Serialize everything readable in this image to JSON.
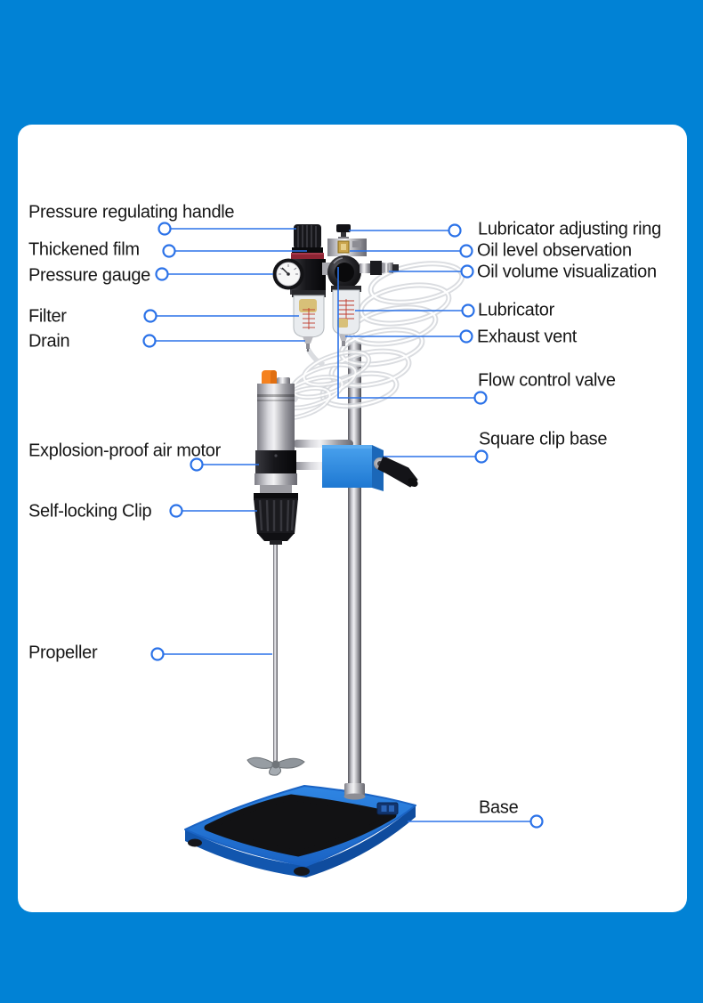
{
  "colors": {
    "page_background": "#0182d5",
    "card_background": "#ffffff",
    "annotation_blue": "#2b72e8",
    "base_blue": "#2277dd",
    "clamp_blue": "#2e8ce4",
    "motor_cap_orange": "#f5821f",
    "label_text": "#161616"
  },
  "diagram": {
    "left_labels": [
      {
        "text": "Pressure regulating handle"
      },
      {
        "text": "Thickened film"
      },
      {
        "text": "Pressure gauge"
      },
      {
        "text": "Filter"
      },
      {
        "text": "Drain"
      },
      {
        "text": "Explosion-proof air motor"
      },
      {
        "text": "Self-locking Clip"
      },
      {
        "text": "Propeller"
      }
    ],
    "right_labels": [
      {
        "text": "Lubricator adjusting ring"
      },
      {
        "text": "Oil level observation"
      },
      {
        "text": "Oil volume visualization"
      },
      {
        "text": "Lubricator"
      },
      {
        "text": "Exhaust vent"
      },
      {
        "text": "Flow control valve"
      },
      {
        "text": "Square clip base"
      },
      {
        "text": "Base"
      }
    ]
  }
}
